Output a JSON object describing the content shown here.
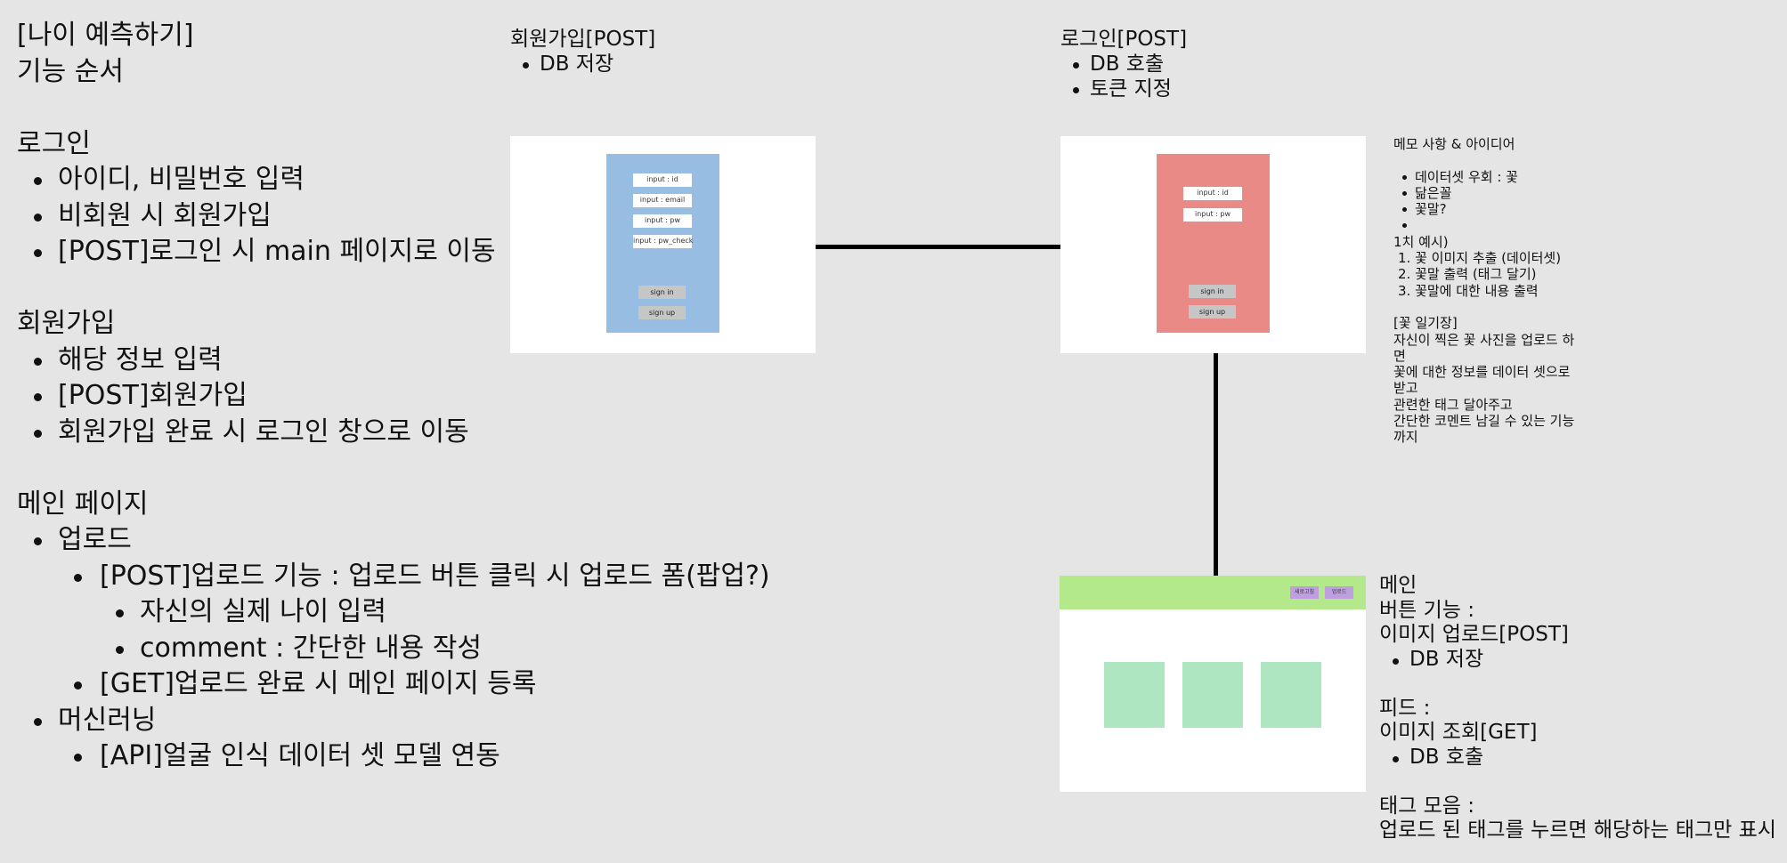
{
  "colors": {
    "background": "#e5e5e5",
    "signup_phone": "#97bde2",
    "login_phone": "#ea8a86",
    "main_nav": "#b3e98a",
    "main_nav_button": "#c09fe0",
    "feed_card": "#aee6c2",
    "connector": "#000000"
  },
  "spec": {
    "title_line1": "[나이 예측하기]",
    "title_line2": "기능 순서",
    "login": {
      "heading": "로그인",
      "items": [
        "아이디, 비밀번호 입력",
        "비회원 시 회원가입",
        "[POST]로그인 시 main 페이지로 이동"
      ]
    },
    "signup": {
      "heading": "회원가입",
      "items": [
        "해당 정보 입력",
        "[POST]회원가입",
        "회원가입 완료 시 로그인 창으로 이동"
      ]
    },
    "main": {
      "heading": "메인 페이지",
      "upload": "업로드",
      "upload_feature": "[POST]업로드 기능 : 업로드 버튼 클릭 시 업로드 폼(팝업?)",
      "upload_sub": [
        "자신의 실제 나이 입력",
        "comment : 간단한 내용 작성"
      ],
      "upload_done": "[GET]업로드 완료 시 메인 페이지 등록",
      "ml": "머신러닝",
      "ml_api": "[API]얼굴 인식 데이터 셋 모델 연동"
    }
  },
  "signup_note": {
    "title": "회원가입[POST]",
    "items": [
      "DB 저장"
    ]
  },
  "login_note": {
    "title": "로그인[POST]",
    "items": [
      "DB 호출",
      "토큰 지정"
    ]
  },
  "signup_screen": {
    "fields": [
      "input : id",
      "input : email",
      "input : pw",
      "input : pw_check"
    ],
    "buttons": [
      "sign in",
      "sign up"
    ]
  },
  "login_screen": {
    "fields": [
      "input : id",
      "input : pw"
    ],
    "buttons": [
      "sign in",
      "sign up"
    ]
  },
  "main_screen": {
    "nav_buttons": [
      "새로고침",
      "업로드"
    ]
  },
  "memo": {
    "title": "메모 사항 & 아이디어",
    "bullets": [
      "데이터셋 우회 : 꽃",
      "닮은꼴",
      "꽃말?",
      ""
    ],
    "example_title": "1치 예시)",
    "example_steps": [
      "1. 꽃 이미지 추출 (데이터셋)",
      "2. 꽃말 출력 (태그 달기)",
      "3. 꽃말에 대한 내용 출력"
    ],
    "diary_title": "[꽃 일기장]",
    "diary_lines": [
      "자신이 찍은 꽃 사진을 업로드 하",
      "면",
      "꽃에 대한 정보를 데이터 셋으로",
      "받고",
      "관련한 태그 달아주고",
      "간단한 코멘트 남길 수 있는 기능",
      "까지"
    ]
  },
  "main_note": {
    "title": "메인",
    "buttons_label": "버튼 기능 :",
    "upload_label": "이미지 업로드[POST]",
    "upload_items": [
      "DB 저장"
    ],
    "feed_label": "피드 :",
    "feed_view": "이미지 조회[GET]",
    "feed_items": [
      "DB 호출"
    ],
    "tags_label": "태그 모음 :",
    "tags_desc": "업로드 된 태그를 누르면 해당하는 태그만 표시"
  }
}
